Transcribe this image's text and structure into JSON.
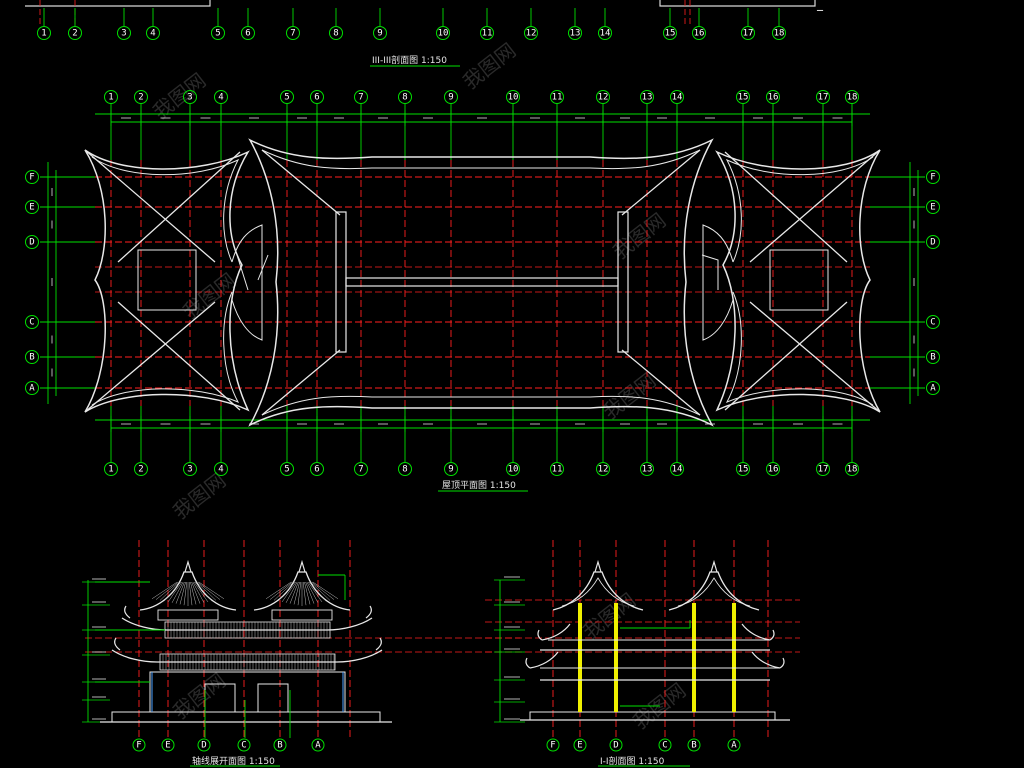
{
  "top_section": {
    "axis_labels": [
      "1",
      "2",
      "3",
      "4",
      "5",
      "6",
      "7",
      "8",
      "9",
      "10",
      "11",
      "12",
      "13",
      "14",
      "15",
      "16",
      "17",
      "18"
    ],
    "title": "III-III剖面图  1:150"
  },
  "roof_plan": {
    "axis_labels_top": [
      "1",
      "2",
      "3",
      "4",
      "5",
      "6",
      "7",
      "8",
      "9",
      "10",
      "11",
      "12",
      "13",
      "14",
      "15",
      "16",
      "17",
      "18"
    ],
    "axis_labels_bottom": [
      "1",
      "2",
      "3",
      "4",
      "5",
      "6",
      "7",
      "8",
      "9",
      "10",
      "11",
      "12",
      "13",
      "14",
      "15",
      "16",
      "17",
      "18"
    ],
    "row_labels": [
      "F",
      "E",
      "D",
      "C",
      "B",
      "A"
    ],
    "title": "屋顶平面图  1:150"
  },
  "elevation": {
    "axis_labels": [
      "F",
      "E",
      "D",
      "C",
      "B",
      "A"
    ],
    "title": "轴线展开面图  1:150"
  },
  "section": {
    "axis_labels": [
      "F",
      "E",
      "D",
      "C",
      "B",
      "A"
    ],
    "title": "I-I剖面图  1:150"
  },
  "watermark": {
    "text": "我图网"
  },
  "colors": {
    "background": "#000000",
    "axis_green": "#00e000",
    "grid_red": "#ff2020",
    "roof_white": "#e8e8e8",
    "column_yellow": "#f0f000",
    "dim_white": "#ffffff"
  }
}
